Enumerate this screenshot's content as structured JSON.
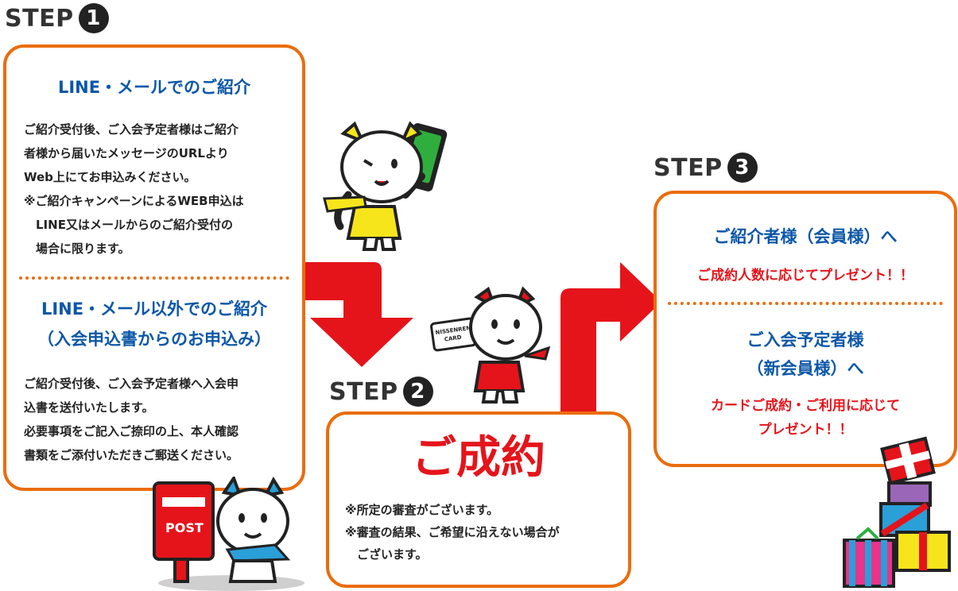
{
  "step1": {
    "label": "STEP",
    "num": "1"
  },
  "step2": {
    "label": "STEP",
    "num": "2"
  },
  "step3": {
    "label": "STEP",
    "num": "3"
  },
  "box1": {
    "title1": "LINE・メールでのご紹介",
    "text1": [
      "ご紹介受付後、ご入会予定者様はご紹介",
      "者様から届いたメッセージのURLより",
      "Web上にてお申込みください。",
      "※ご紹介キャンペーンによるWEB申込は",
      "　LINE又はメールからのご紹介受付の",
      "　場合に限ります。"
    ],
    "title2a": "LINE・メール以外でのご紹介",
    "title2b": "（入会申込書からのお申込み）",
    "text2": [
      "ご紹介受付後、ご入会予定者様へ入会申",
      "込書を送付いたします。",
      "必要事項をご記入ご捺印の上、本人確認",
      "書類をご添付いただきご郵送ください。"
    ]
  },
  "box2": {
    "title": "ご成約",
    "notes": [
      "※所定の審査がございます。",
      "※審査の結果、ご希望に沿えない場合が",
      "　ございます。"
    ]
  },
  "box3": {
    "title1": "ご紹介者様（会員様）へ",
    "red1": "ご成約人数に応じてプレゼント！！",
    "title2a": "ご入会予定者様",
    "title2b": "（新会員様）へ",
    "red2a": "カードご成約・ご利用に応じて",
    "red2b": "プレゼント！！"
  },
  "mascot_card_text": "NISSENREN CARD",
  "post_text": "POST",
  "colors": {
    "orange": "#ea6d0d",
    "blue": "#0c57a8",
    "red": "#e5141b"
  }
}
